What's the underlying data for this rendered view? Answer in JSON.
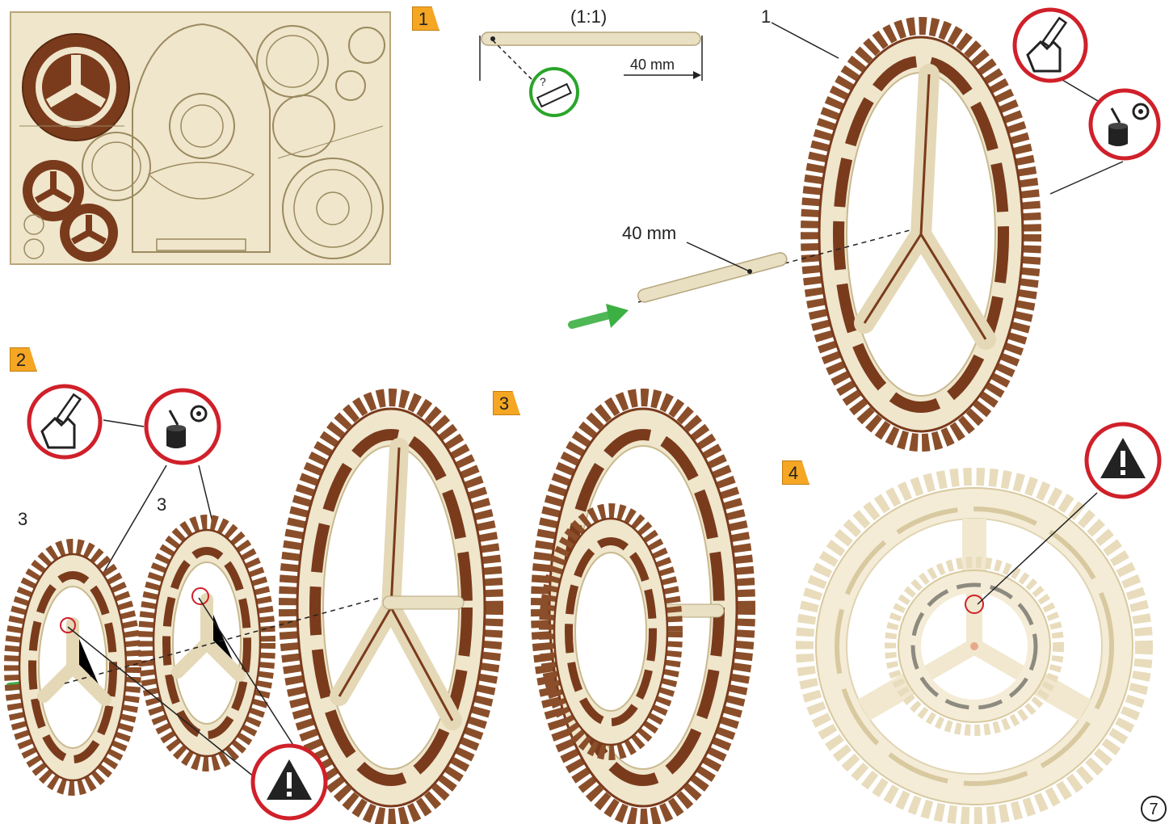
{
  "steps": {
    "s1": "1",
    "s2": "2",
    "s3": "3",
    "s4": "4"
  },
  "dowel": {
    "scale_label": "(1:1)",
    "length_label": "40 mm",
    "length_label_2": "40 mm"
  },
  "parts": {
    "gear_1_label": "1",
    "gear_3a_label": "3",
    "gear_3b_label": "3"
  },
  "page": {
    "number": "7"
  },
  "icons": {
    "cut": "cut-out-part-icon",
    "glue": "glue-icon",
    "warning": "warning-icon",
    "ruler": "ruler-check-icon",
    "arrow": "insert-arrow-icon"
  },
  "colors": {
    "badge": "#f5a623",
    "warning_ring": "#d0202a",
    "ruler_ring": "#2aa52a",
    "arrow": "#3cb043",
    "wood": "#efe6cc",
    "wood_dark": "#7a3b1c"
  }
}
